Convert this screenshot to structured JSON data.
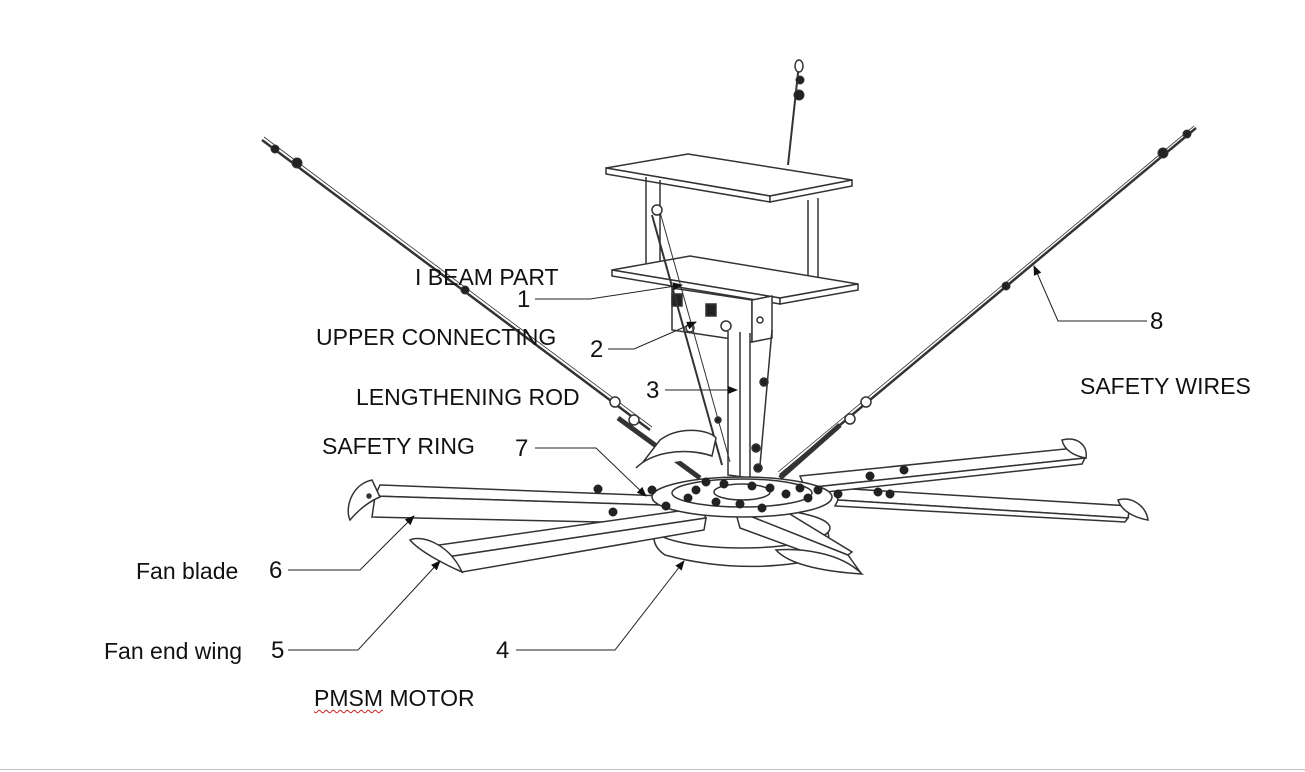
{
  "labels": {
    "i_beam": "I BEAM PART",
    "upper_connecting": "UPPER CONNECTING",
    "lengthening_rod": "LENGTHENING ROD",
    "safety_ring": "SAFETY RING",
    "safety_wires": "SAFETY WIRES",
    "fan_blade": "Fan blade",
    "fan_end_wing": "Fan end wing",
    "pmsm_prefix": "PMSM",
    "motor": "MOTOR"
  },
  "callouts": [
    "1",
    "2",
    "3",
    "4",
    "5",
    "6",
    "7",
    "8"
  ]
}
